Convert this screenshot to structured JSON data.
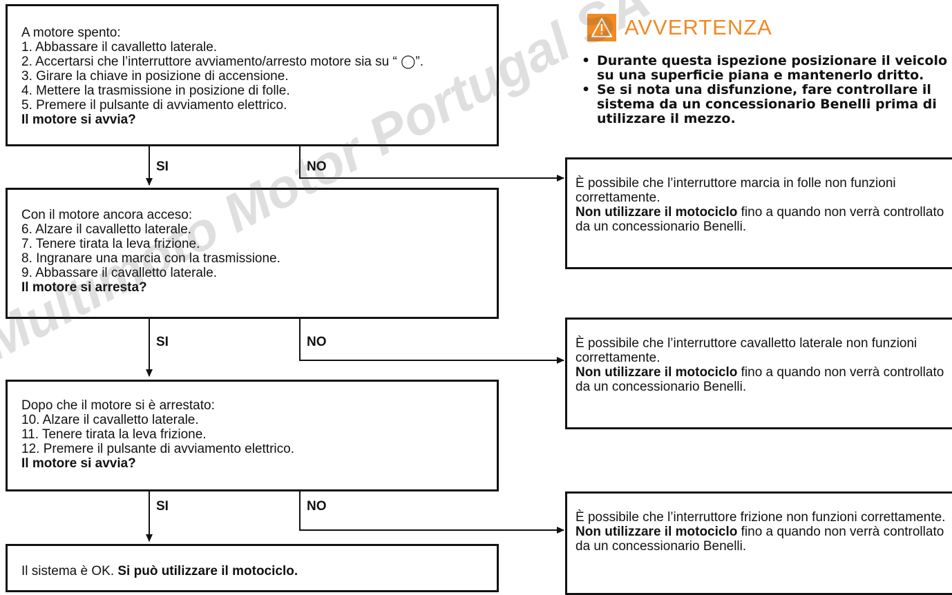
{
  "box1": {
    "lines": [
      "A motore spento:",
      "1. Abbassare il cavalletto laterale.",
      "2. Accertarsi che l’interruttore avviamento/arresto motore sia su “ ◯”.",
      "3. Girare la chiave in posizione di accensione.",
      "4. Mettere la trasmissione in posizione di folle.",
      "5. Premere il pulsante di avviamento elettrico."
    ],
    "question": "Il motore si avvia?"
  },
  "box2": {
    "lines": [
      "Con il motore ancora acceso:",
      "6. Alzare il cavalletto laterale.",
      "7. Tenere tirata la leva frizione.",
      "8. Ingranare una marcia con la trasmissione.",
      "9. Abbassare il cavalletto laterale."
    ],
    "question": "Il motore si arresta?"
  },
  "box3": {
    "lines": [
      "Dopo che il motore si è arrestato:",
      "10. Alzare il cavalletto laterale.",
      "11. Tenere tirata la leva frizione.",
      "12. Premere il pulsante di avviamento elettrico."
    ],
    "question": "Il motore si avvia?"
  },
  "box4": {
    "text": "Il sistema è OK. ",
    "bold": "Si può utilizzare il motociclo."
  },
  "labels": {
    "yes": "SI",
    "no": "NO"
  },
  "warning": {
    "title": "AVVERTENZA",
    "icon": "warning-triangle-icon",
    "color": "#f08a24",
    "items": [
      "Durante questa ispezione posizionare il veicolo su una superficie piana e mantenerlo dritto.",
      "Se si nota una disfunzione, fare controllare il sistema da un concessionario Benelli prima di utilizzare il mezzo."
    ]
  },
  "results": [
    {
      "text": "È possibile che l’interruttore marcia in folle non funzioni correttamente.",
      "bold": "Non utilizzare il motociclo",
      "rest": " fino a quando non verrà controllato da un concessionario Benelli."
    },
    {
      "text": "È possibile che l’interruttore cavalletto laterale non funzioni correttamente.",
      "bold": "Non utilizzare il motociclo",
      "rest": " fino a quando non verrà controllato da un concessionario Benelli."
    },
    {
      "text": "È possibile che l’interruttore frizione non funzioni correttamente.",
      "bold": "Non utilizzare il motociclo",
      "rest": " fino a quando non verrà controllato da un concessionario Benelli."
    }
  ],
  "watermark": "Multimoto Motor Portugal SA - Alexandre Martins - aftersales"
}
